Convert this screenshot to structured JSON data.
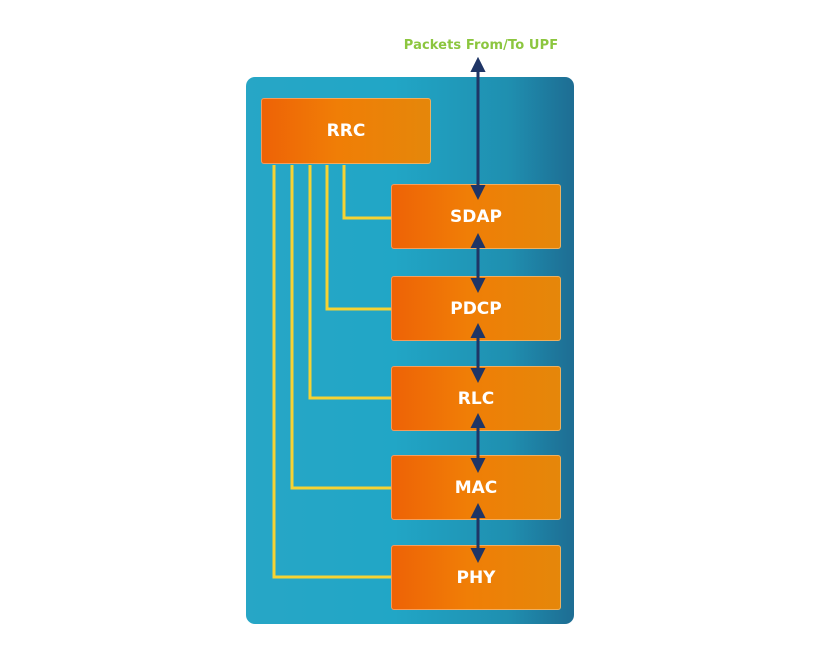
{
  "caption": "Packets From/To UPF",
  "layers": {
    "rrc": "RRC",
    "sdap": "SDAP",
    "pdcp": "PDCP",
    "rlc": "RLC",
    "mac": "MAC",
    "phy": "PHY"
  },
  "colors": {
    "panel": "#21a6c6",
    "box": "#f07e06",
    "control_lines": "#f6d332",
    "data_arrows": "#1f3566",
    "caption": "#8cc63f"
  }
}
